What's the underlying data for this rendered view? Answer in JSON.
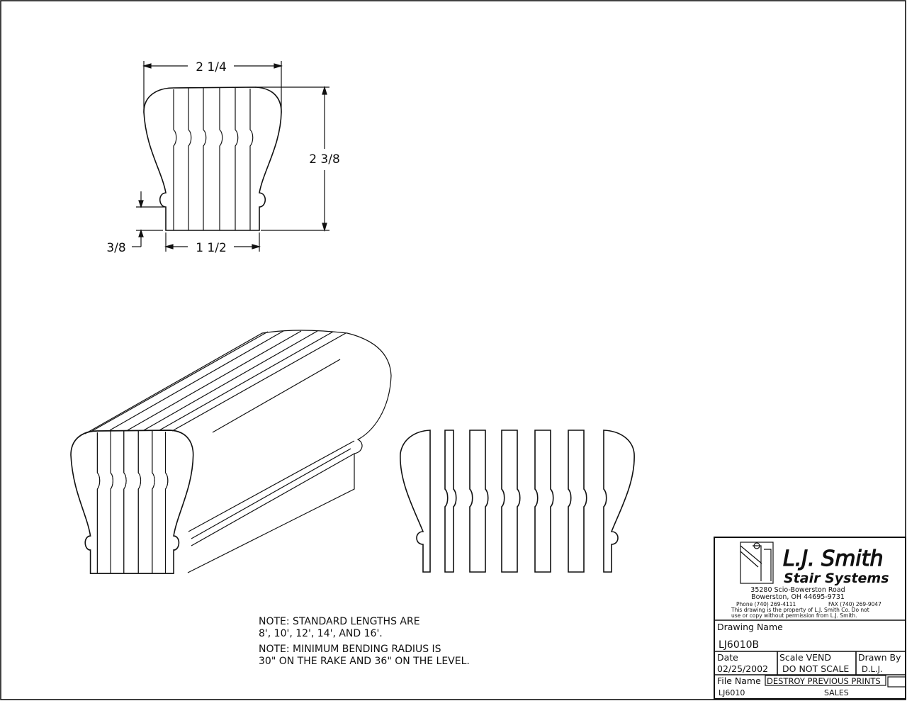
{
  "dimensions": {
    "top_width": "2 1/4",
    "height": "2 3/8",
    "bottom_width": "1 1/2",
    "bead_height": "3/8"
  },
  "notes": [
    "NOTE: STANDARD LENGTHS ARE",
    "8', 10', 12', 14', AND 16'.",
    "NOTE: MINIMUM BENDING RADIUS IS",
    "30\" ON THE RAKE AND 36\" ON THE LEVEL."
  ],
  "title_block": {
    "company": "L.J. Smith",
    "company_sub": "Stair Systems",
    "address1": "35280 Scio-Bowerston Road",
    "address2": "Bowerston, OH 44695-9731",
    "phone": "Phone (740) 269-4111",
    "fax": "FAX (740) 269-9047",
    "disclaimer1": "This drawing is the property of L.J. Smith Co. Do not",
    "disclaimer2": "use or copy without permission from L.J. Smith.",
    "drawing_name_label": "Drawing Name",
    "drawing_name": "LJ6010B",
    "date_label": "Date",
    "date": "02/25/2002",
    "scale_label": "Scale  VEND",
    "scale": "DO NOT SCALE",
    "drawn_by_label": "Drawn By",
    "drawn_by": "D.L.J.",
    "file_name_label": "File Name",
    "file_name": "LJ6010",
    "destroy": "DESTROY PREVIOUS PRINTS",
    "sales": "SALES"
  }
}
